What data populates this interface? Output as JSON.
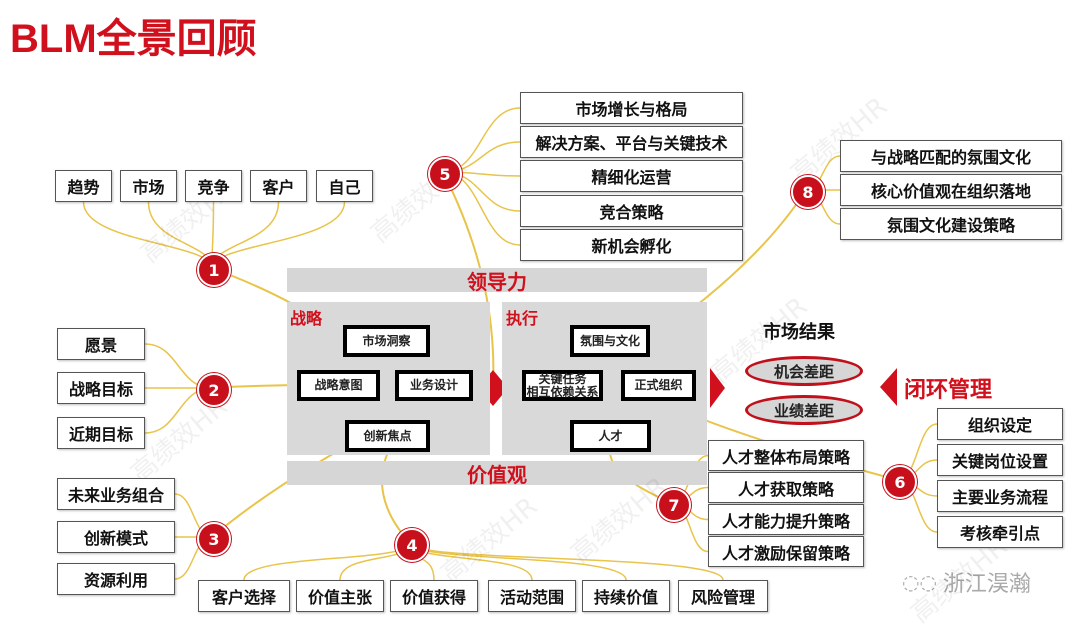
{
  "title": "BLM全景回顾",
  "watermark": "高绩效HR",
  "logo_text": "浙江淏瀚",
  "colors": {
    "accent": "#c8101c",
    "connector": "#e8c44a",
    "panel": "#d9d9d9"
  },
  "bands": {
    "leadership": "领导力",
    "values": "价值观"
  },
  "strategy": {
    "label": "战略",
    "items": [
      "市场洞察",
      "战略意图",
      "业务设计",
      "创新焦点"
    ]
  },
  "execution": {
    "label": "执行",
    "items": [
      "氛围与文化",
      "关键任务\n相互依赖关系",
      "正式组织",
      "人才"
    ]
  },
  "market_result": {
    "title": "市场结果",
    "gaps": [
      "机会差距",
      "业绩差距"
    ]
  },
  "closed_loop": "闭环管理",
  "groups": {
    "g1": {
      "num": "1",
      "items": [
        "趋势",
        "市场",
        "竞争",
        "客户",
        "自己"
      ]
    },
    "g2": {
      "num": "2",
      "items": [
        "愿景",
        "战略目标",
        "近期目标"
      ]
    },
    "g3": {
      "num": "3",
      "items": [
        "未来业务组合",
        "创新模式",
        "资源利用"
      ]
    },
    "g4": {
      "num": "4",
      "items": [
        "客户选择",
        "价值主张",
        "价值获得",
        "活动范围",
        "持续价值",
        "风险管理"
      ]
    },
    "g5": {
      "num": "5",
      "items": [
        "市场增长与格局",
        "解决方案、平台与关键技术",
        "精细化运营",
        "竞合策略",
        "新机会孵化"
      ]
    },
    "g6": {
      "num": "6",
      "items": [
        "组织设定",
        "关键岗位设置",
        "主要业务流程",
        "考核牵引点"
      ]
    },
    "g7": {
      "num": "7",
      "items": [
        "人才整体布局策略",
        "人才获取策略",
        "人才能力提升策略",
        "人才激励保留策略"
      ]
    },
    "g8": {
      "num": "8",
      "items": [
        "与战略匹配的氛围文化",
        "核心价值观在组织落地",
        "氛围文化建设策略"
      ]
    }
  }
}
